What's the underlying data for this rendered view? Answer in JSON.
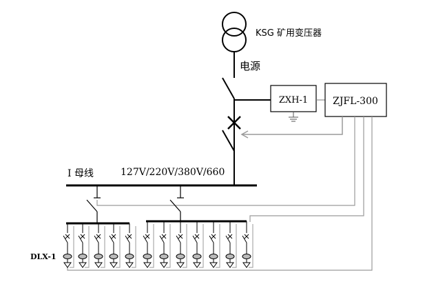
{
  "labels": {
    "transformer": "KSG 矿用变压器",
    "source": "电源",
    "zxh": "ZXH-1",
    "zjfl": "ZJFL-300",
    "bus": "I 母线",
    "voltage": "127V/220V/380V/660",
    "dlx": "DLX-1"
  },
  "colors": {
    "line": "#000000",
    "feedback": "#9a9a9a"
  }
}
